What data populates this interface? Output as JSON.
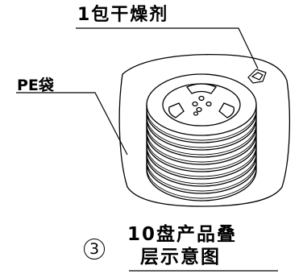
{
  "labels": {
    "desiccant": "1包干燥剂",
    "pe_bag": "PE袋",
    "step_number": "3",
    "caption_line1": "10盘产品叠",
    "caption_line2": "层示意图"
  },
  "diagram": {
    "reel_count": 10,
    "stroke_color": "#000000",
    "background": "#ffffff"
  }
}
